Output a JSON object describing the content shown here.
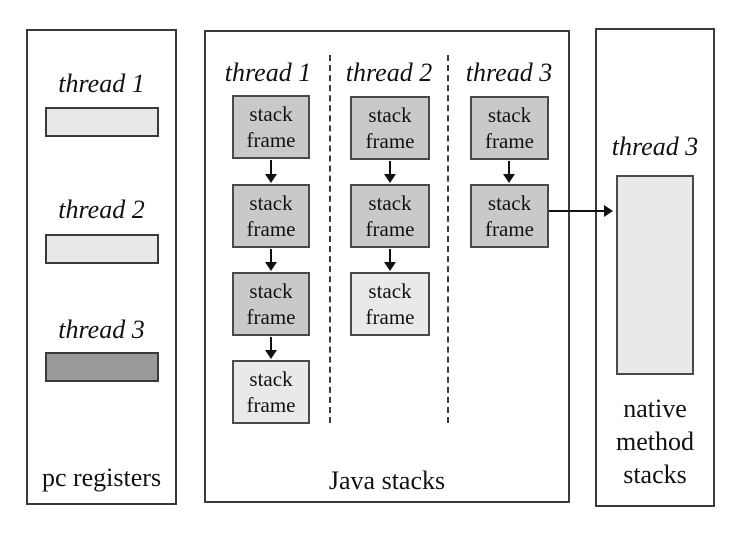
{
  "pc_registers": {
    "title": "pc registers",
    "threads": [
      {
        "label": "thread 1",
        "shade": "light"
      },
      {
        "label": "thread 2",
        "shade": "light"
      },
      {
        "label": "thread 3",
        "shade": "dark"
      }
    ]
  },
  "java_stacks": {
    "title": "Java stacks",
    "frame_label": "stack frame",
    "columns": [
      {
        "label": "thread 1",
        "frames": [
          "medium",
          "medium",
          "medium",
          "light"
        ]
      },
      {
        "label": "thread 2",
        "frames": [
          "medium",
          "medium",
          "light"
        ]
      },
      {
        "label": "thread 3",
        "frames": [
          "medium",
          "medium"
        ]
      }
    ]
  },
  "native_method_stacks": {
    "title": "native method stacks",
    "thread_label": "thread 3"
  },
  "colors": {
    "frame_medium": "#c9c9c9",
    "frame_light": "#e9e9e9",
    "register_light": "#e8e8e8",
    "register_dark": "#999999",
    "box_border": "#3a3a3a",
    "arrow": "#111111"
  }
}
